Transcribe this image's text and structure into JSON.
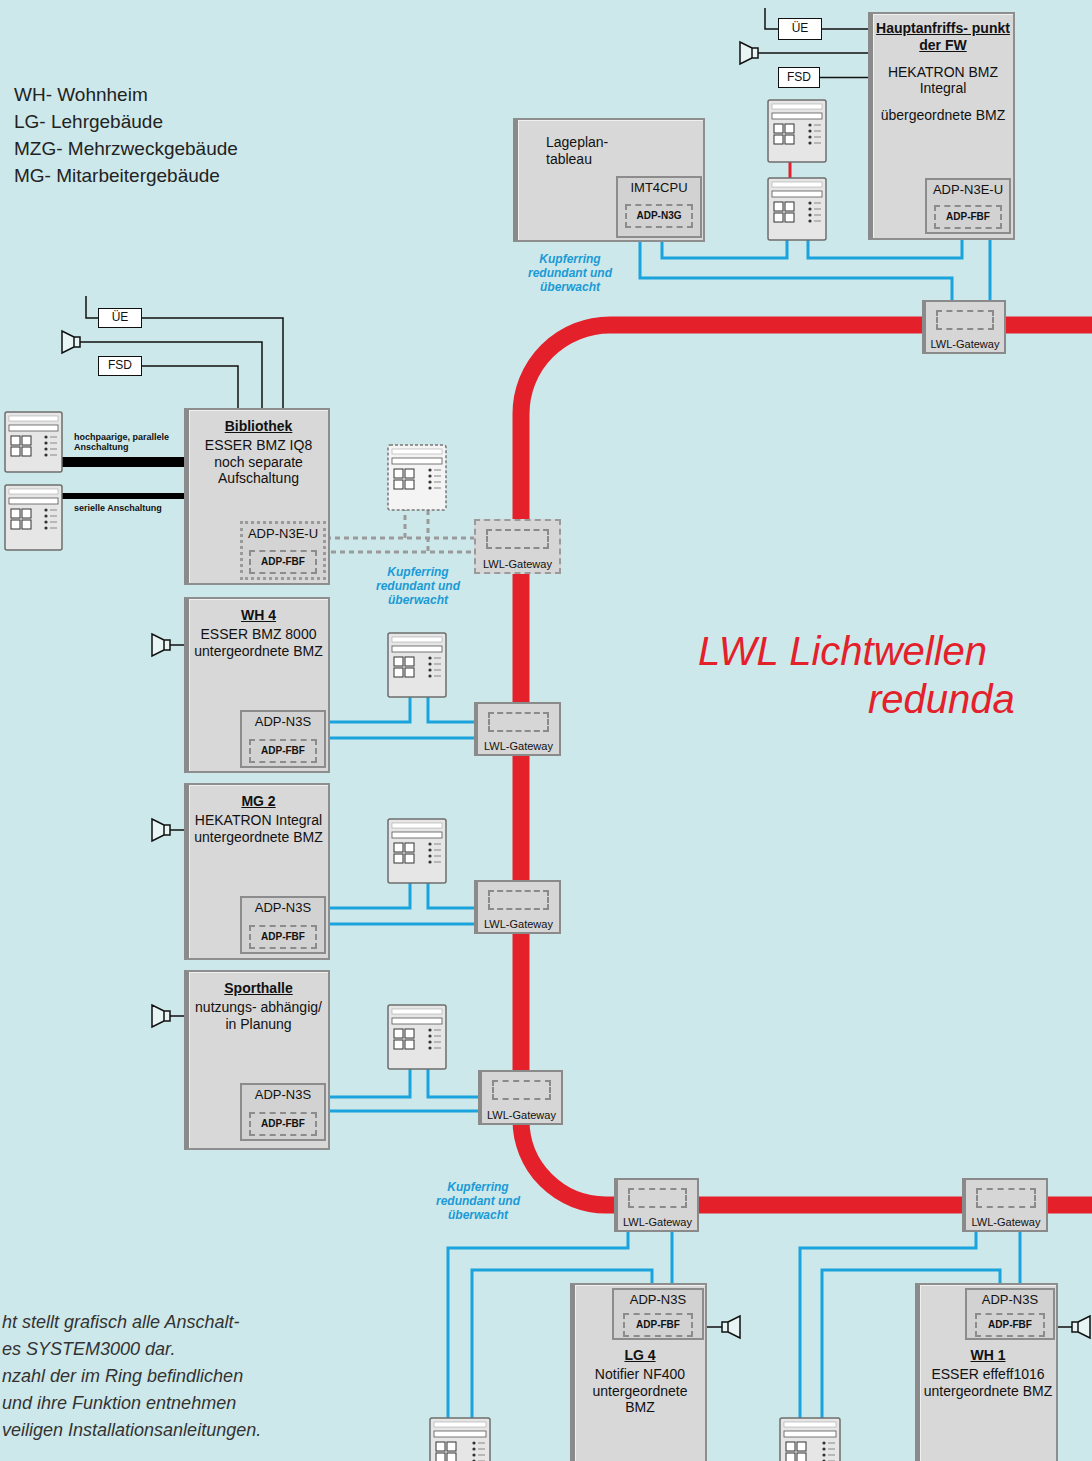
{
  "diagram": {
    "nodes": [
      {
        "text": [
          "Lageplan- tableau"
        ]
      },
      {
        "text": [
          "IMT4CPU"
        ],
        "in": 0
      },
      {
        "text": [
          "ADP-N3G"
        ],
        "in": 1
      },
      {
        "text": [
          "Hauptanfriffs- punkt der FW",
          "HEKATRON BMZ Integral",
          "übergeordnete BMZ"
        ]
      },
      {
        "text": [
          "ADP-N3E-U"
        ],
        "in": 3
      },
      {
        "text": [
          "ADP-FBF"
        ],
        "in": 4
      },
      {
        "text": [
          "ÜE"
        ]
      },
      {
        "text": [
          "FSD"
        ]
      },
      {
        "text": [
          "LWL-Gateway"
        ]
      },
      {
        "text": [
          "Bibliothek",
          "ESSER BMZ IQ8 noch separate Aufschaltung"
        ]
      },
      {
        "text": [
          "ADP-N3E-U"
        ],
        "in": 9
      },
      {
        "text": [
          "ADP-FBF"
        ],
        "in": 10
      },
      {
        "text": [
          "ÜE"
        ]
      },
      {
        "text": [
          "FSD"
        ]
      },
      {
        "text": [
          "LWL-Gateway"
        ]
      },
      {
        "text": [
          "WH 4",
          "ESSER BMZ 8000 untergeordnete BMZ"
        ]
      },
      {
        "text": [
          "ADP-N3S"
        ],
        "in": 15
      },
      {
        "text": [
          "ADP-FBF"
        ],
        "in": 16
      },
      {
        "text": [
          "LWL-Gateway"
        ]
      },
      {
        "text": [
          "MG 2",
          "HEKATRON Integral untergeordnete BMZ"
        ]
      },
      {
        "text": [
          "ADP-N3S"
        ],
        "in": 19
      },
      {
        "text": [
          "ADP-FBF"
        ],
        "in": 20
      },
      {
        "text": [
          "LWL-Gateway"
        ]
      },
      {
        "text": [
          "Sporthalle",
          "nutzungs- abhängig/ in Planung"
        ]
      },
      {
        "text": [
          "ADP-N3S"
        ],
        "in": 23
      },
      {
        "text": [
          "ADP-FBF"
        ],
        "in": 24
      },
      {
        "text": [
          "LWL-Gateway"
        ]
      },
      {
        "text": [
          "LWL-Gateway"
        ]
      },
      {
        "text": [
          "LG 4",
          "Notifier NF400 untergeordnete BMZ"
        ]
      },
      {
        "text": [
          "ADP-N3S"
        ],
        "in": 28
      },
      {
        "text": [
          "ADP-FBF"
        ],
        "in": 29
      },
      {
        "text": [
          "LWL-Gateway"
        ]
      },
      {
        "text": [
          "WH 1",
          "ESSER effeff1016 untergeordnete BMZ"
        ]
      },
      {
        "text": [
          "ADP-N3S"
        ],
        "in": 32
      },
      {
        "text": [
          "ADP-FBF"
        ],
        "in": 33
      }
    ],
    "edges": [
      {
        "from": 6,
        "to": 3,
        "arrow": "none"
      },
      {
        "from": 7,
        "to": 3,
        "arrow": "none"
      },
      {
        "from": 1,
        "to": 8,
        "arrow": "none"
      },
      {
        "from": 4,
        "to": 8,
        "arrow": "none"
      },
      {
        "from": 12,
        "to": 9,
        "arrow": "none"
      },
      {
        "from": 13,
        "to": 9,
        "arrow": "none"
      },
      {
        "from": 10,
        "to": 14,
        "arrow": "none"
      },
      {
        "from": 16,
        "to": 18,
        "arrow": "none"
      },
      {
        "from": 20,
        "to": 22,
        "arrow": "none"
      },
      {
        "from": 24,
        "to": 26,
        "arrow": "none"
      },
      {
        "from": 29,
        "to": 27,
        "arrow": "none"
      },
      {
        "from": 33,
        "to": 31,
        "arrow": "none"
      }
    ],
    "labels": [
      "WH- Wohnheim",
      "LG- Lehrgebäude",
      "MZG- Mehrzweckgebäude",
      "MG- Mitarbeitergebäude",
      "Kupferring redundant und überwacht",
      "hochpaarige, parallele Anschaltung",
      "serielle Anschaltung",
      "Kupferring redundant und überwacht",
      "LWL Lichtwellen",
      "redunda",
      "Kupferring redundant und überwacht",
      "ht stellt grafisch alle Anschalt-",
      "es SYSTEM3000 dar.",
      "nzahl der im Ring befindlichen",
      "und ihre Funktion entnehmen",
      "veiligen Installationsanleitungen."
    ]
  }
}
